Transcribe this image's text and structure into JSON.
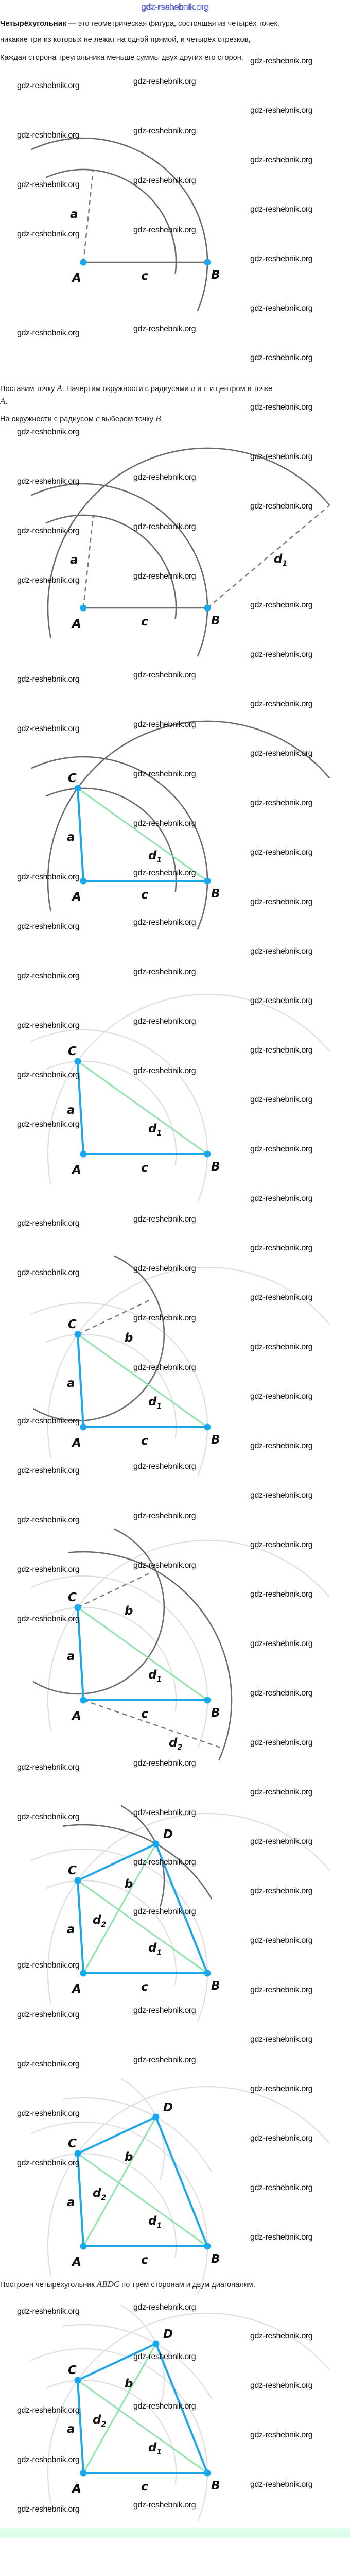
{
  "header": {
    "site_logo": "gdz-reshebnik.org"
  },
  "intro": {
    "term": "Четырёхугольник",
    "definition": " — это геометрическая фигура, состоящая из четырёх точек,",
    "definition_cont": "никакие три из которых не лежат на одной прямой, и четырёх отрезков,",
    "triangle_rule": "Каждая сторона треугольника меньше суммы двух других его сторон."
  },
  "step1": {
    "t1": "Поставим точку ",
    "p1": "A",
    "t2": ". Начертим окружности с радиусами ",
    "p2": "a",
    "t3": " и ",
    "p3": "c",
    "t4": " и центром в точке",
    "p4": "A",
    "t5": "."
  },
  "step2": {
    "t1": "На окружности с радиусом ",
    "p1": "c",
    "t2": " выберем точку ",
    "p2": "B",
    "t3": "."
  },
  "conclusion": {
    "t1": "Построен четырёхугольник ",
    "p1": "ABDC",
    "t2": " по трём сторонам и двум диагоналям."
  },
  "labels": {
    "A": "A",
    "B": "B",
    "C": "C",
    "D": "D",
    "a": "a",
    "b": "b",
    "c": "c",
    "d": "d",
    "sub1": "1",
    "sub2": "2"
  },
  "watermark": "gdz-reshebnik.org",
  "colors": {
    "side": "#1ea7e8",
    "diagonal": "#8fe3ab",
    "arc_dark": "#6a6a6a",
    "arc_light": "#dedede",
    "point": "#17a9ef",
    "footer": "#dcfdea"
  }
}
